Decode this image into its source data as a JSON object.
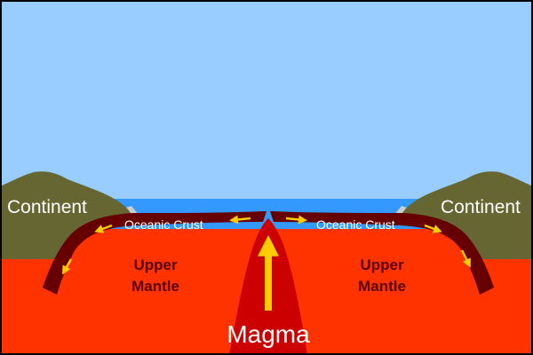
{
  "diagram": {
    "labels": {
      "continent_left": "Continent",
      "continent_right": "Continent",
      "crust_left": "Oceanic Crust",
      "crust_right": "Oceanic Crust",
      "mantle_left_line1": "Upper",
      "mantle_left_line2": "Mantle",
      "mantle_right_line1": "Upper",
      "mantle_right_line2": "Mantle",
      "magma": "Magma"
    },
    "colors": {
      "sky": "#99ccff",
      "ocean": "#3399ff",
      "mantle": "#ff3300",
      "magma_plume": "#cc0000",
      "crust_plate": "#660000",
      "continent": "#666633",
      "beach": "#cccccc",
      "arrow": "#ffcc00"
    }
  }
}
